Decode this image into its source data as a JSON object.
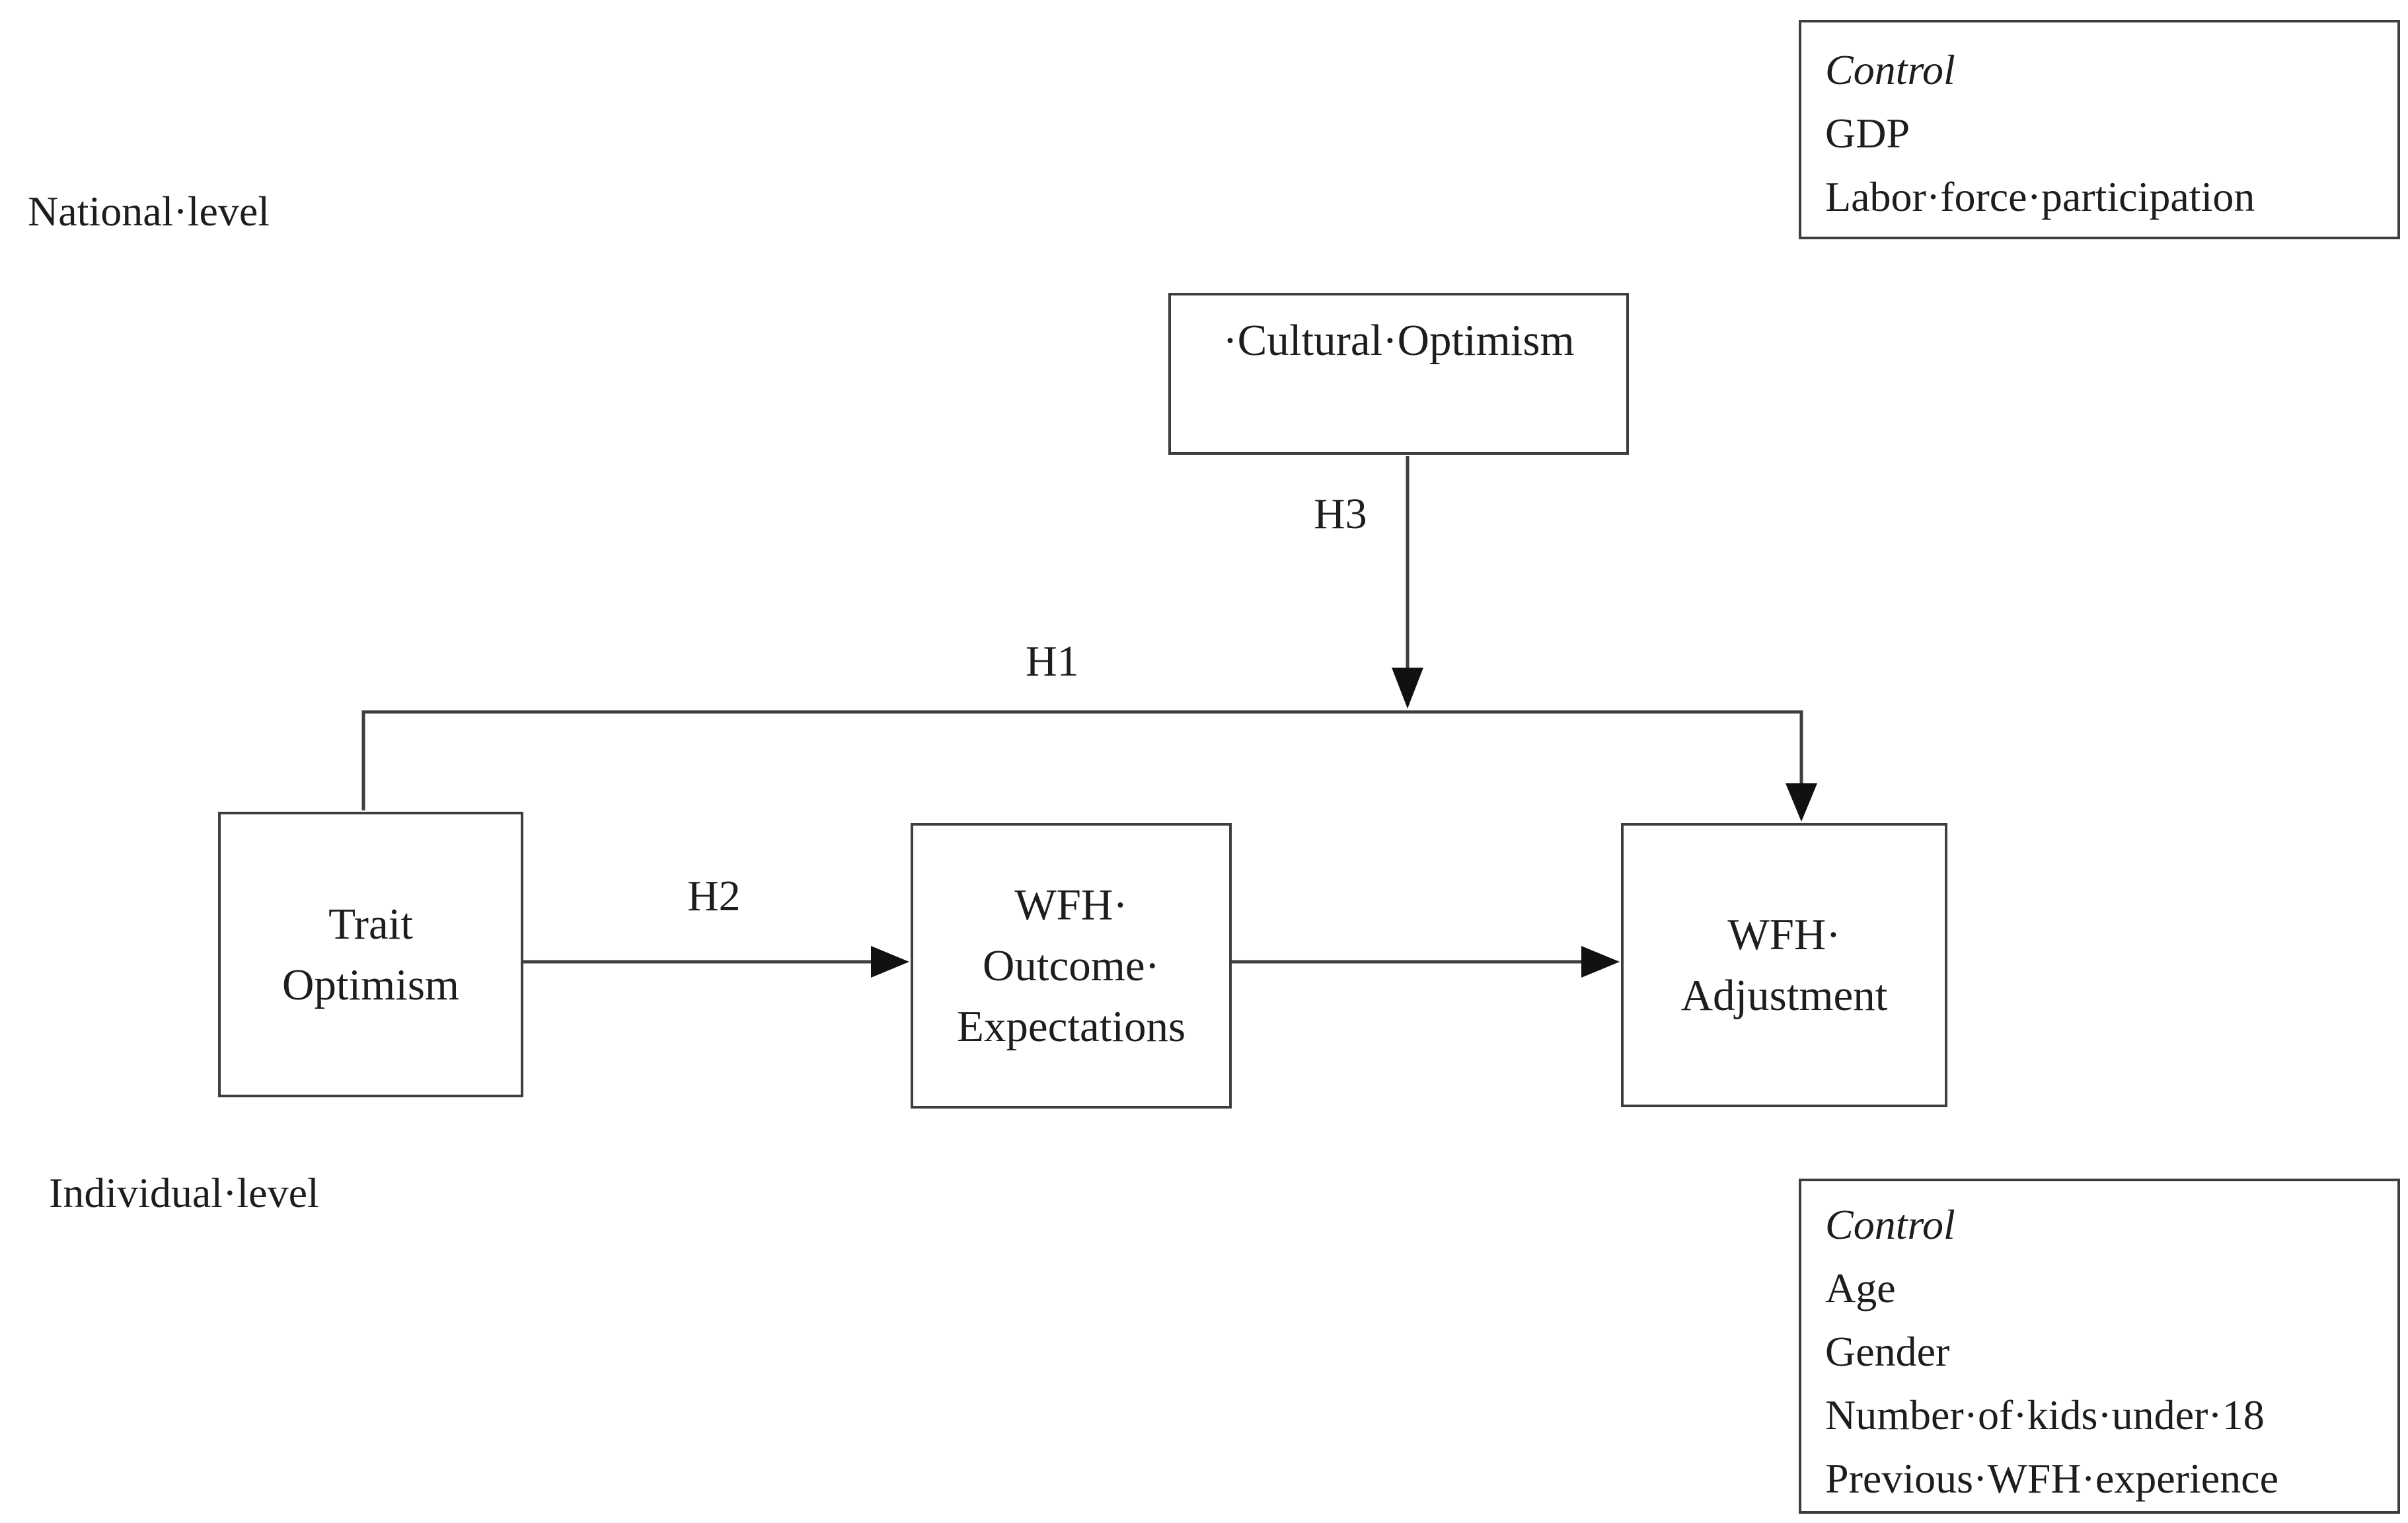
{
  "diagram": {
    "title_context": "Research model diagram",
    "levels": {
      "national": "National·level",
      "individual": "Individual·level"
    },
    "boxes": {
      "cultural_optimism": "·Cultural·Optimism",
      "trait_optimism": [
        "Trait",
        "Optimism"
      ],
      "wfh_outcome_expectations": [
        "WFH·",
        "Outcome·",
        "Expectations"
      ],
      "wfh_adjustment": [
        "WFH·",
        "Adjustment"
      ]
    },
    "controls_top": {
      "title": "Control",
      "items": [
        "GDP",
        "Labor·force·participation"
      ]
    },
    "controls_bottom": {
      "title": "Control",
      "items": [
        "Age",
        "Gender",
        "Number·of·kids·under·18",
        "Previous·WFH·experience"
      ]
    },
    "hypotheses": {
      "h1": "H1",
      "h2": "H2",
      "h3": "H3"
    },
    "colors": {
      "background": "#ffffff",
      "border": "#3e3e3e",
      "line": "#3f3f3f",
      "arrowhead": "#111111",
      "text": "#1d1d1d"
    }
  }
}
